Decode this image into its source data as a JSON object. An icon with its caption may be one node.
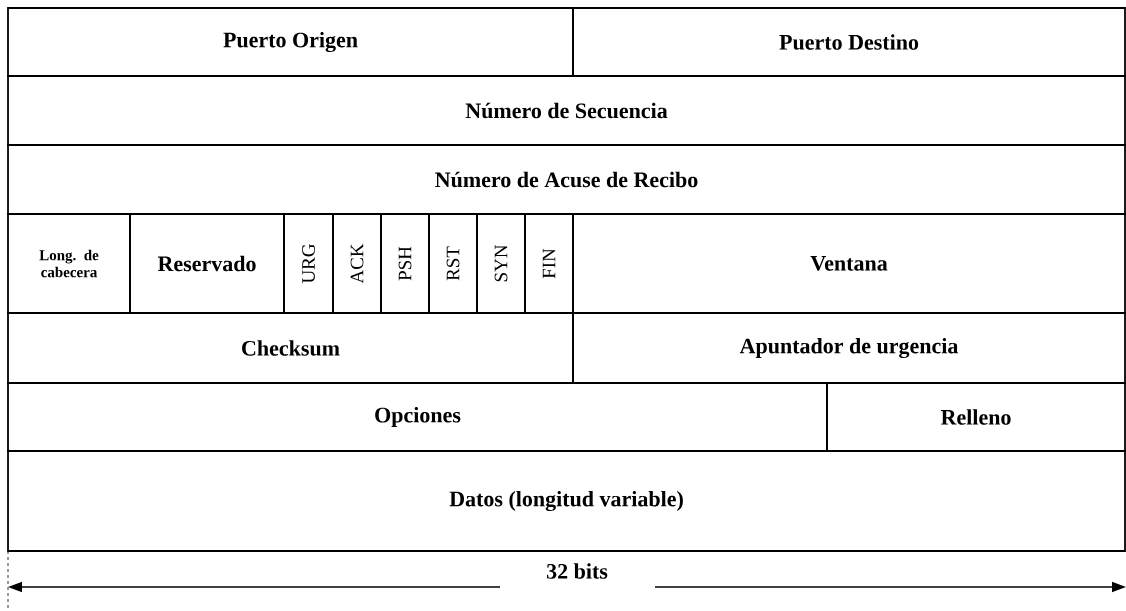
{
  "diagram": {
    "nodes": [
      {
        "text": [
          "Puerto Origen"
        ]
      },
      {
        "text": [
          "Puerto Destino"
        ]
      },
      {
        "text": [
          "Número de Secuencia"
        ]
      },
      {
        "text": [
          "Número de Acuse de Recibo"
        ]
      },
      {
        "text": [
          "Long. de cabecera"
        ]
      },
      {
        "text": [
          "Reservado"
        ]
      },
      {
        "text": [
          "URG"
        ]
      },
      {
        "text": [
          "ACK"
        ]
      },
      {
        "text": [
          "PSH"
        ]
      },
      {
        "text": [
          "RST"
        ]
      },
      {
        "text": [
          "SYN"
        ]
      },
      {
        "text": [
          "FIN"
        ]
      },
      {
        "text": [
          "Ventana"
        ]
      },
      {
        "text": [
          "Checksum"
        ]
      },
      {
        "text": [
          "Apuntador de urgencia"
        ]
      },
      {
        "text": [
          "Opciones"
        ]
      },
      {
        "text": [
          "Relleno"
        ]
      },
      {
        "text": [
          "Datos (longitud variable)"
        ]
      }
    ],
    "labels": [
      "32 bits"
    ]
  }
}
